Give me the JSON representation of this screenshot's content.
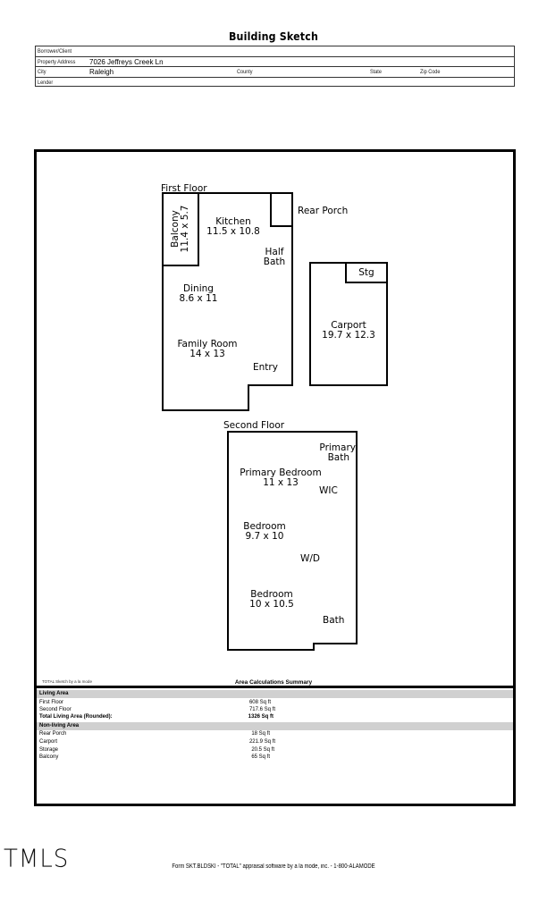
{
  "title": "Building Sketch",
  "header": {
    "borrower_label": "Borrower/Client",
    "borrower_value": "",
    "address_label": "Property Address",
    "address_value": "7026 Jeffreys Creek Ln",
    "city_label": "City",
    "city_value": "Raleigh",
    "county_label": "County",
    "state_label": "State",
    "zip_label": "Zip Code",
    "lender_label": "Lender"
  },
  "sketch": {
    "first_floor": {
      "label": "First Floor",
      "rooms": {
        "balcony": {
          "name": "Balcony",
          "dims": "11.4 x 5.7"
        },
        "kitchen": {
          "name": "Kitchen",
          "dims": "11.5 x 10.8"
        },
        "rear_porch": {
          "name": "Rear Porch"
        },
        "half_bath": {
          "line1": "Half",
          "line2": "Bath"
        },
        "dining": {
          "name": "Dining",
          "dims": "8.6 x 11"
        },
        "family_room": {
          "name": "Family Room",
          "dims": "14 x 13"
        },
        "entry": {
          "name": "Entry"
        },
        "storage": {
          "name": "Stg"
        },
        "carport": {
          "name": "Carport",
          "dims": "19.7 x 12.3"
        }
      }
    },
    "second_floor": {
      "label": "Second Floor",
      "rooms": {
        "primary_bath": {
          "line1": "Primary",
          "line2": "Bath"
        },
        "primary_bedroom": {
          "name": "Primary Bedroom",
          "dims": "11 x 13"
        },
        "wic": {
          "name": "WIC"
        },
        "bedroom1": {
          "name": "Bedroom",
          "dims": "9.7 x 10"
        },
        "wd": {
          "name": "W/D"
        },
        "bedroom2": {
          "name": "Bedroom",
          "dims": "10 x 10.5"
        },
        "bath": {
          "name": "Bath"
        }
      }
    }
  },
  "summary": {
    "credit": "TOTAL Sketch by a la mode",
    "title": "Area Calculations Summary",
    "living_header": "Living Area",
    "living": [
      {
        "label": "First Floor",
        "value": "608 Sq ft"
      },
      {
        "label": "Second Floor",
        "value": "717.6 Sq ft"
      }
    ],
    "total_label": "Total Living Area (Rounded):",
    "total_value": "1326 Sq ft",
    "nonliving_header": "Non-living Area",
    "nonliving": [
      {
        "label": "Rear Porch",
        "value": "18 Sq ft"
      },
      {
        "label": "Carport",
        "value": "221.9 Sq ft"
      },
      {
        "label": "Storage",
        "value": "20.5 Sq ft"
      },
      {
        "label": "Balcony",
        "value": "65 Sq ft"
      }
    ]
  },
  "footer": {
    "logo": "TMLS",
    "form_text": "Form SKT.BLDSKI - \"TOTAL\" appraisal software by a la mode, inc. - 1-800-ALAMODE"
  }
}
